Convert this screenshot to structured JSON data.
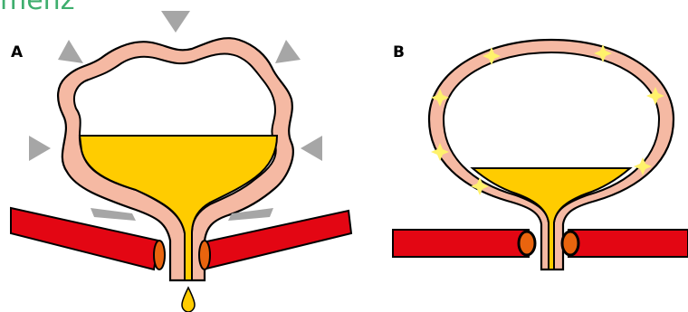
{
  "header": {
    "partial_title": "menz"
  },
  "panels": {
    "a": {
      "label": "A"
    },
    "b": {
      "label": "B"
    }
  },
  "colors": {
    "bladder_wall": "#f5b9a3",
    "urine": "#ffcc00",
    "pressure_arrow": "#a6a6a6",
    "sphincter": "#e9640e",
    "muscle_band": "#e30613",
    "spark": "#fff26b",
    "outline": "#000000",
    "heading": "#3fae6e"
  },
  "icons": {
    "pressure": "triangle-arrow",
    "irritation": "star-spark",
    "drip": "droplet"
  }
}
